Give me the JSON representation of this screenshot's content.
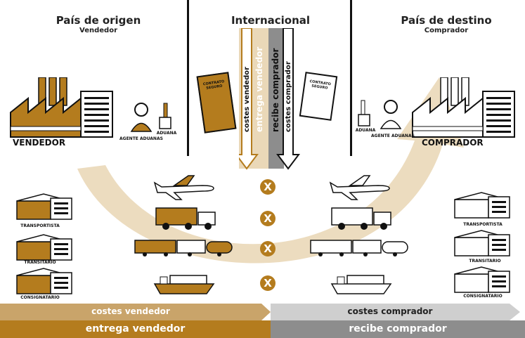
{
  "header": {
    "origin_title": "País de origen",
    "origin_sub": "Vendedor",
    "intl_title": "Internacional",
    "dest_title": "País de destino",
    "dest_sub": "Comprador"
  },
  "actors": {
    "seller_label": "VENDEDOR",
    "buyer_label": "COMPRADOR",
    "agent_label_left": "AGENTE ADUANAS",
    "customs_label_left": "ADUANA",
    "agent_label_right": "AGENTE ADUANAS",
    "customs_label_right": "ADUANA"
  },
  "documents": {
    "left_doc": "CONTRATO SEGURO",
    "right_doc": "CONTRATO SEGURO"
  },
  "intl_arrows": {
    "a1": "costes vendedor",
    "a2": "entrega vendedor",
    "a3": "recibe comprador",
    "a4": "costes comprador"
  },
  "left_parties": [
    "TRANSPORTISTA",
    "TRANSITARIO",
    "CONSIGNATARIO"
  ],
  "right_parties": [
    "TRANSPORTISTA",
    "TRANSITARIO",
    "CONSIGNATARIO"
  ],
  "x_marks": [
    "X",
    "X",
    "X",
    "X"
  ],
  "bottom": {
    "left_top": "costes vendedor",
    "left_bottom": "entrega vendedor",
    "right_top": "costes comprador",
    "right_bottom": "recibe comprador"
  },
  "colors": {
    "brown": "#b47c1e",
    "beige": "#ead8b8",
    "dark": "#111111",
    "grey": "#8d8d8d"
  }
}
